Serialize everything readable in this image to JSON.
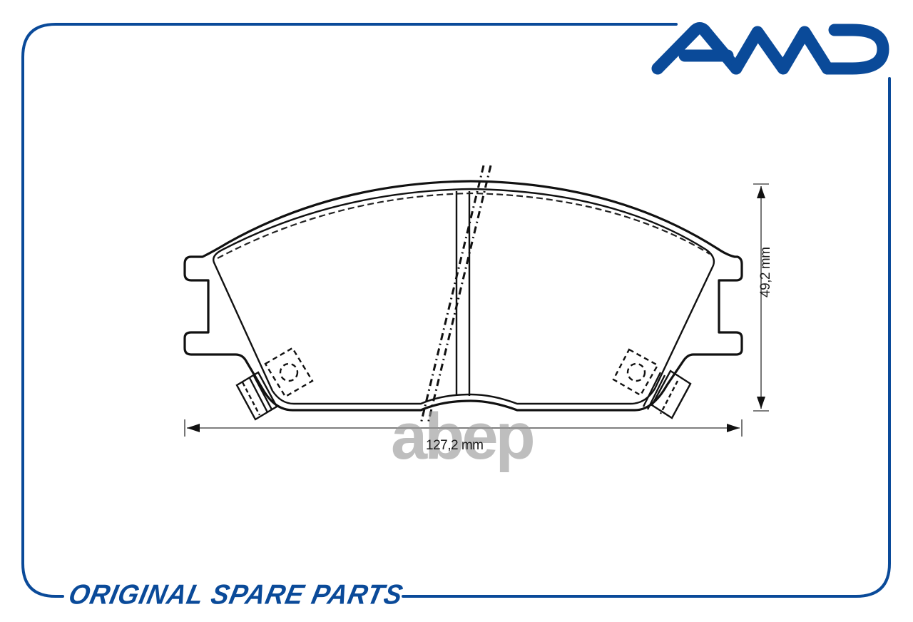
{
  "logo": {
    "text": "AMD",
    "color": "#0a4a99"
  },
  "tagline": {
    "text": "ORIGINAL SPARE PARTS",
    "color": "#0a4a99"
  },
  "frame": {
    "border_color": "#0a4a99"
  },
  "drawing": {
    "subject": "brake-pad-outline",
    "line_color": "#111111",
    "dimensions": {
      "width_label": "127,2 mm",
      "height_label": "49,2 mm"
    }
  },
  "watermark": {
    "text": "abep",
    "color": "#969696"
  }
}
